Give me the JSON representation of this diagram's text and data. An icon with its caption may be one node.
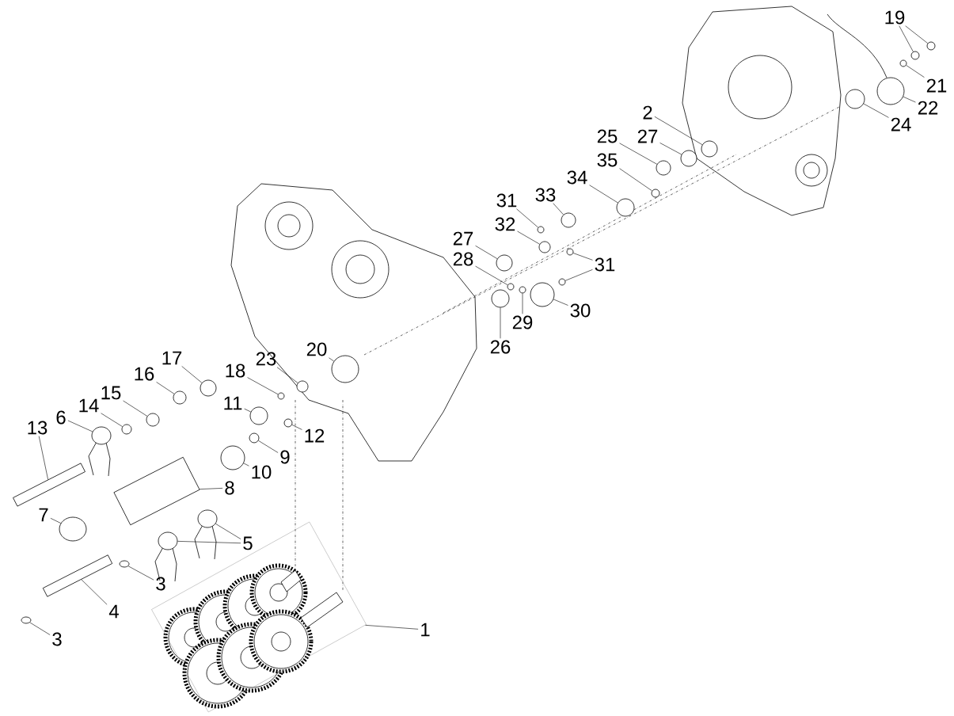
{
  "diagram": {
    "nodes": [
      {
        "text": [
          "1"
        ]
      },
      {
        "text": [
          "3"
        ]
      },
      {
        "text": [
          "3"
        ]
      },
      {
        "text": [
          "4"
        ]
      },
      {
        "text": [
          "5"
        ]
      },
      {
        "text": [
          "6"
        ]
      },
      {
        "text": [
          "7"
        ]
      },
      {
        "text": [
          "8"
        ]
      },
      {
        "text": [
          "9"
        ]
      },
      {
        "text": [
          "10"
        ]
      },
      {
        "text": [
          "11"
        ]
      },
      {
        "text": [
          "12"
        ]
      },
      {
        "text": [
          "13"
        ]
      },
      {
        "text": [
          "14"
        ]
      },
      {
        "text": [
          "15"
        ]
      },
      {
        "text": [
          "16"
        ]
      },
      {
        "text": [
          "17"
        ]
      },
      {
        "text": [
          "18"
        ]
      },
      {
        "text": [
          "23"
        ]
      },
      {
        "text": [
          "20"
        ]
      },
      {
        "text": [
          "19"
        ]
      },
      {
        "text": [
          "21"
        ]
      },
      {
        "text": [
          "22"
        ]
      },
      {
        "text": [
          "24"
        ]
      },
      {
        "text": [
          "2"
        ]
      },
      {
        "text": [
          "25"
        ]
      },
      {
        "text": [
          "27"
        ]
      },
      {
        "text": [
          "35"
        ]
      },
      {
        "text": [
          "34"
        ]
      },
      {
        "text": [
          "33"
        ]
      },
      {
        "text": [
          "31"
        ]
      },
      {
        "text": [
          "32"
        ]
      },
      {
        "text": [
          "27"
        ]
      },
      {
        "text": [
          "28"
        ]
      },
      {
        "text": [
          "31"
        ]
      },
      {
        "text": [
          "30"
        ]
      },
      {
        "text": [
          "29"
        ]
      },
      {
        "text": [
          "26"
        ]
      },
      {
        "text": [],
        "shape": "box"
      },
      {
        "text": [],
        "shape": "circle"
      },
      {
        "text": [],
        "shape": "circle"
      },
      {
        "text": [],
        "shape": "bar"
      },
      {
        "text": [],
        "shape": "circle"
      },
      {
        "text": [],
        "shape": "circle"
      },
      {
        "text": [],
        "shape": "circle"
      },
      {
        "text": [],
        "shape": "circle"
      },
      {
        "text": [],
        "shape": "bar"
      },
      {
        "text": [],
        "shape": "circle"
      },
      {
        "text": [],
        "shape": "circle"
      },
      {
        "text": [],
        "shape": "circle"
      },
      {
        "text": [],
        "shape": "circle"
      },
      {
        "text": [],
        "shape": "bar"
      },
      {
        "text": [],
        "shape": "circle"
      },
      {
        "text": [],
        "shape": "circle"
      },
      {
        "text": [],
        "shape": "circle"
      },
      {
        "text": [],
        "shape": "circle"
      },
      {
        "text": [],
        "shape": "circle"
      },
      {
        "text": [],
        "shape": "circle"
      },
      {
        "text": [],
        "shape": "circle"
      },
      {
        "text": [],
        "shape": "circle"
      },
      {
        "text": [],
        "shape": "circle"
      },
      {
        "text": [],
        "shape": "circle"
      },
      {
        "text": [],
        "shape": "circle"
      },
      {
        "text": [],
        "shape": "circle"
      },
      {
        "text": [],
        "shape": "circle"
      },
      {
        "text": [],
        "shape": "circle"
      },
      {
        "text": [],
        "shape": "circle"
      },
      {
        "text": [],
        "shape": "circle"
      },
      {
        "text": [],
        "shape": "circle"
      },
      {
        "text": [],
        "shape": "circle"
      },
      {
        "text": [],
        "shape": "circle"
      },
      {
        "text": [],
        "shape": "circle"
      },
      {
        "text": [],
        "shape": "circle"
      },
      {
        "text": [],
        "shape": "circle"
      },
      {
        "text": [],
        "shape": "circle"
      },
      {
        "text": [],
        "shape": "circle"
      },
      {
        "text": [],
        "shape": "circle"
      },
      {
        "text": [],
        "shape": "circle"
      },
      {
        "text": [],
        "shape": "circle"
      }
    ],
    "edges": [
      {
        "from": 0,
        "to": 38,
        "arrow": "none"
      },
      {
        "from": 1,
        "to": 39,
        "arrow": "none"
      },
      {
        "from": 2,
        "to": 40,
        "arrow": "none"
      },
      {
        "from": 3,
        "to": 41,
        "arrow": "none"
      },
      {
        "from": 4,
        "to": 42,
        "arrow": "none"
      },
      {
        "from": 4,
        "to": 43,
        "arrow": "none"
      },
      {
        "from": 5,
        "to": 44,
        "arrow": "none"
      },
      {
        "from": 6,
        "to": 45,
        "arrow": "none"
      },
      {
        "from": 7,
        "to": 46,
        "arrow": "none"
      },
      {
        "from": 8,
        "to": 47,
        "arrow": "none"
      },
      {
        "from": 9,
        "to": 48,
        "arrow": "none"
      },
      {
        "from": 10,
        "to": 49,
        "arrow": "none"
      },
      {
        "from": 11,
        "to": 50,
        "arrow": "none"
      },
      {
        "from": 12,
        "to": 51,
        "arrow": "none"
      },
      {
        "from": 13,
        "to": 52,
        "arrow": "none"
      },
      {
        "from": 14,
        "to": 53,
        "arrow": "none"
      },
      {
        "from": 15,
        "to": 54,
        "arrow": "none"
      },
      {
        "from": 16,
        "to": 55,
        "arrow": "none"
      },
      {
        "from": 17,
        "to": 56,
        "arrow": "none"
      },
      {
        "from": 18,
        "to": 57,
        "arrow": "none"
      },
      {
        "from": 19,
        "to": 58,
        "arrow": "none"
      },
      {
        "from": 20,
        "to": 59,
        "arrow": "none"
      },
      {
        "from": 20,
        "to": 60,
        "arrow": "none"
      },
      {
        "from": 21,
        "to": 61,
        "arrow": "none"
      },
      {
        "from": 22,
        "to": 62,
        "arrow": "none"
      },
      {
        "from": 23,
        "to": 63,
        "arrow": "none"
      },
      {
        "from": 24,
        "to": 64,
        "arrow": "none"
      },
      {
        "from": 25,
        "to": 65,
        "arrow": "none"
      },
      {
        "from": 26,
        "to": 66,
        "arrow": "none"
      },
      {
        "from": 27,
        "to": 67,
        "arrow": "none"
      },
      {
        "from": 28,
        "to": 68,
        "arrow": "none"
      },
      {
        "from": 29,
        "to": 69,
        "arrow": "none"
      },
      {
        "from": 30,
        "to": 70,
        "arrow": "none"
      },
      {
        "from": 31,
        "to": 71,
        "arrow": "none"
      },
      {
        "from": 32,
        "to": 72,
        "arrow": "none"
      },
      {
        "from": 33,
        "to": 73,
        "arrow": "none"
      },
      {
        "from": 34,
        "to": 74,
        "arrow": "none"
      },
      {
        "from": 34,
        "to": 75,
        "arrow": "none"
      },
      {
        "from": 35,
        "to": 76,
        "arrow": "none"
      },
      {
        "from": 36,
        "to": 77,
        "arrow": "none"
      },
      {
        "from": 37,
        "to": 78,
        "arrow": "none"
      }
    ]
  }
}
